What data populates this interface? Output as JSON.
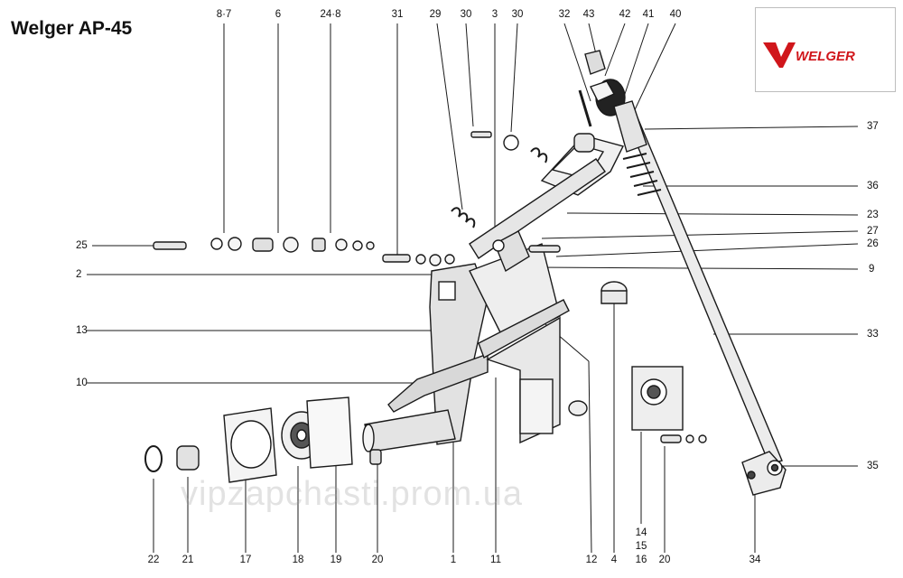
{
  "title": "Welger AP-45",
  "logo": {
    "text": "WELGER",
    "brand_color": "#d0161b"
  },
  "watermark": "vipzapchasti.prom.ua",
  "callouts": {
    "top": [
      "8·7",
      "6",
      "24·8",
      "31",
      "29",
      "30",
      "3",
      "30",
      "32",
      "43",
      "42",
      "41",
      "40"
    ],
    "left": [
      "25",
      "2",
      "13",
      "10"
    ],
    "right": [
      "37",
      "36",
      "23",
      "27",
      "26",
      "9",
      "33",
      "35"
    ],
    "bottom": [
      "22",
      "21",
      "17",
      "18",
      "19",
      "20",
      "1",
      "11",
      "12",
      "4",
      "14",
      "15",
      "16",
      "20",
      "34"
    ]
  },
  "colors": {
    "line": "#1a1a1a",
    "metal": "#e8e8e8",
    "shade": "#555555"
  }
}
